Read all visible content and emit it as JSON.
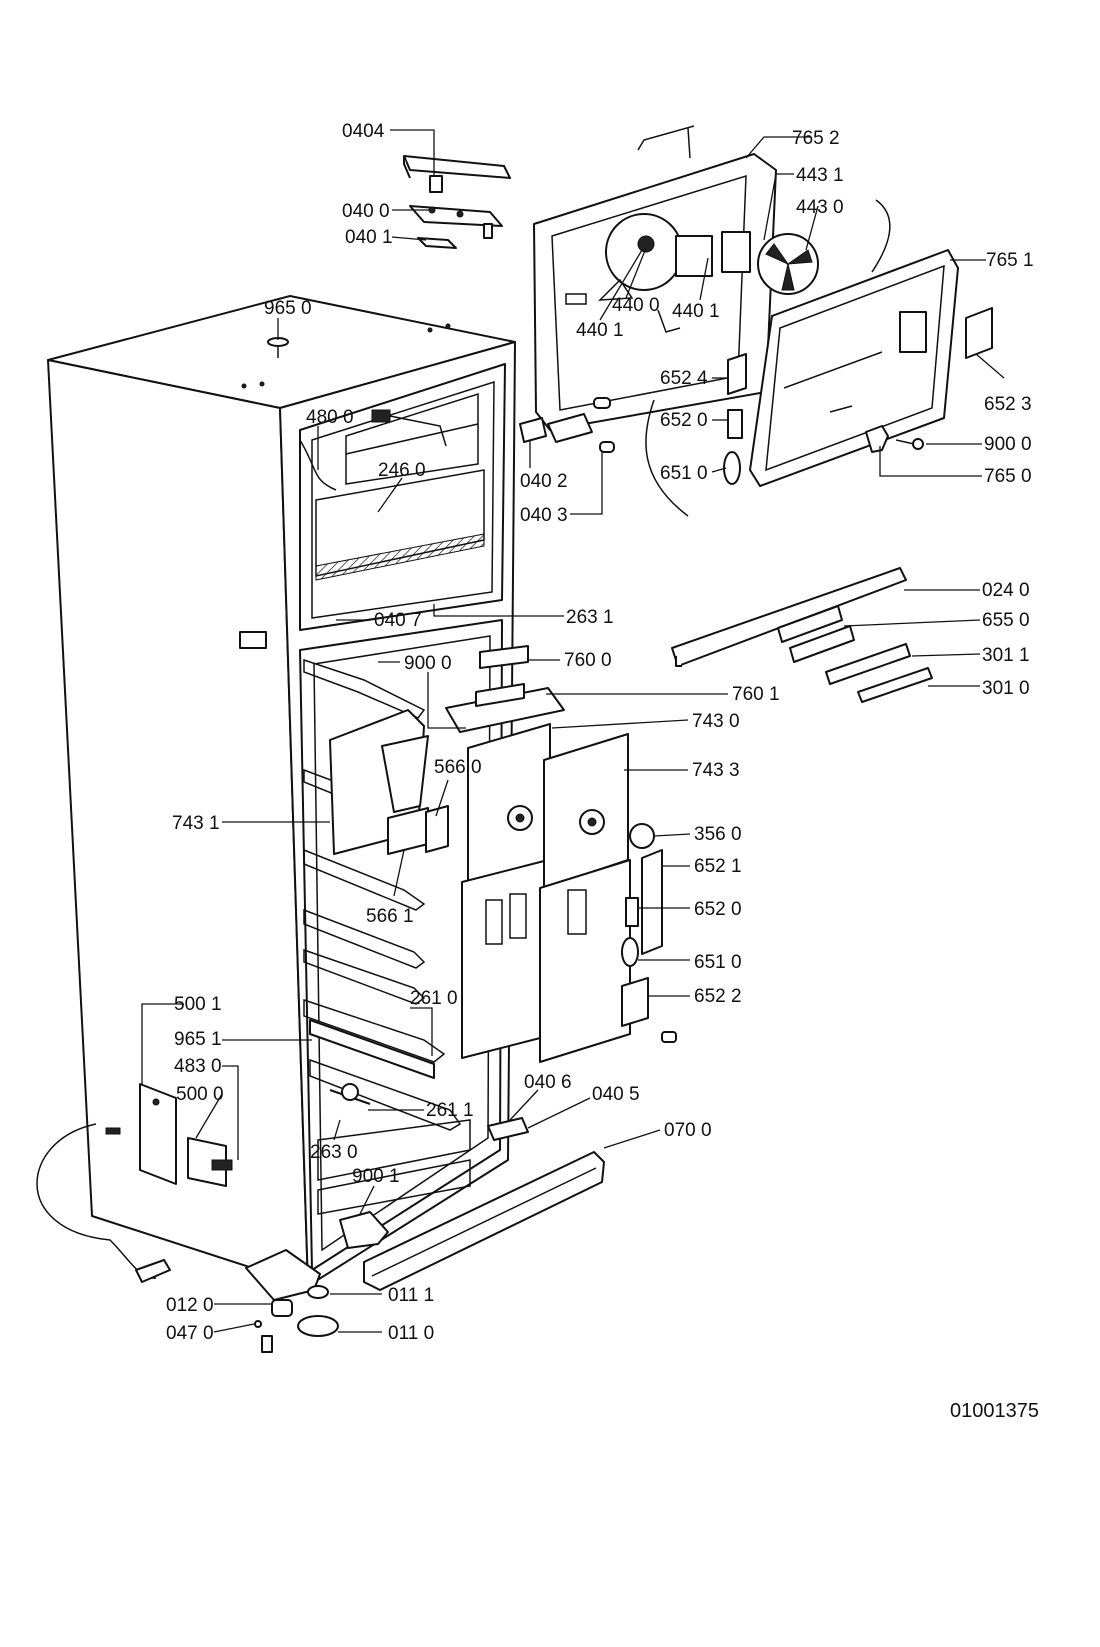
{
  "drawing_number": "01001375",
  "callouts": {
    "c0404": "0404",
    "c0400": "040 0",
    "c0401": "040 1",
    "c9650": "965 0",
    "c4800": "480 0",
    "c2460": "246 0",
    "c7652": "765 2",
    "c4431": "443 1",
    "c4430": "443 0",
    "c7651": "765 1",
    "c4400": "440 0",
    "c4401a": "440 1",
    "c4401b": "440 1",
    "c6524": "652 4",
    "c6523": "652 3",
    "c6520a": "652 0",
    "c6510a": "651 0",
    "c9000a": "900 0",
    "c7650": "765 0",
    "c0402": "040 2",
    "c0403": "040 3",
    "c0240": "024 0",
    "c6550": "655 0",
    "c3011": "301 1",
    "c3010": "301 0",
    "c0407": "040 7",
    "c2631": "263 1",
    "c9000b": "900 0",
    "c7600": "760 0",
    "c7601": "760 1",
    "c7430": "743 0",
    "c7433": "743 3",
    "c5660": "566 0",
    "c7431": "743 1",
    "c3560": "356 0",
    "c6521": "652 1",
    "c5661": "566 1",
    "c6520b": "652 0",
    "c6510b": "651 0",
    "c6522": "652 2",
    "c2610": "261 0",
    "c5001": "500 1",
    "c9651": "965 1",
    "c4830": "483 0",
    "c5000": "500 0",
    "c0406": "040 6",
    "c0405": "040 5",
    "c0700": "070 0",
    "c2611": "261 1",
    "c2630": "263 0",
    "c9001": "900 1",
    "c0120": "012 0",
    "c0111": "011 1",
    "c0470": "047 0",
    "c0110": "011 0"
  }
}
